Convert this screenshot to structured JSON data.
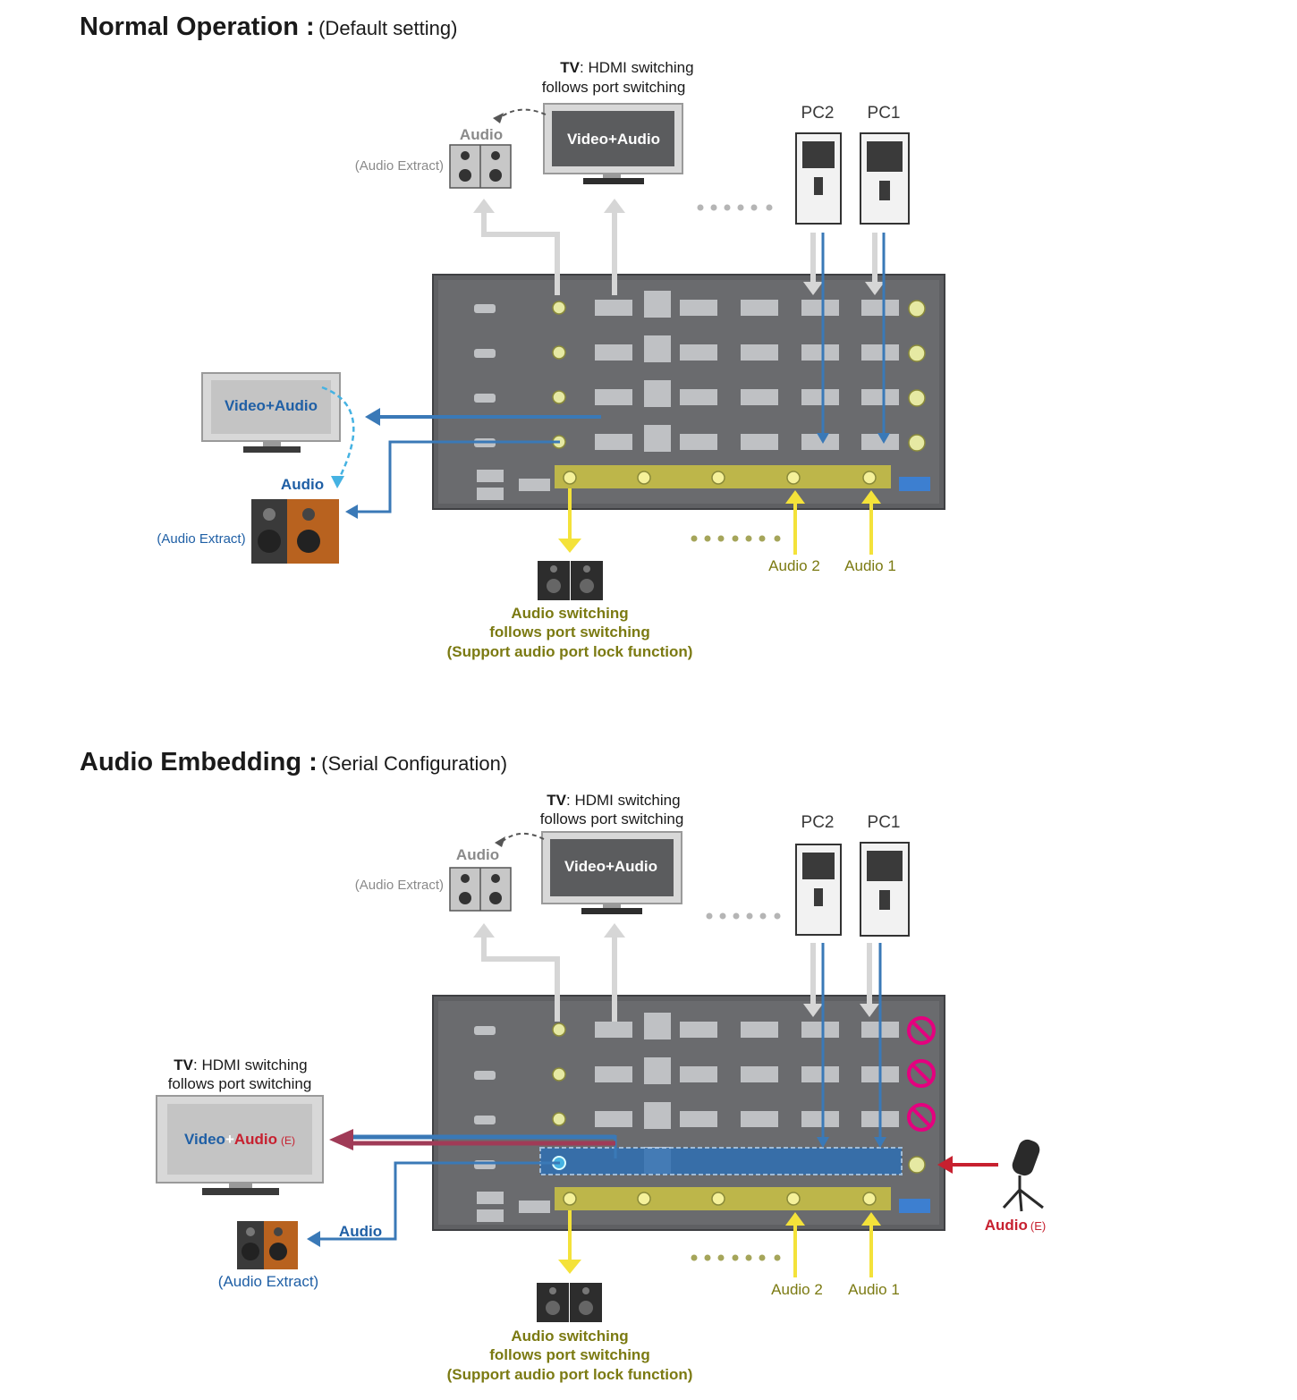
{
  "colors": {
    "blue": "#3a79b7",
    "label_blue": "#1f5fa5",
    "light_blue": "#45b2e2",
    "yellow": "#f4e23a",
    "olive": "#7b7a12",
    "gray_arrow": "#d6d6d6",
    "gray_text": "#8a8a8a",
    "red": "#c7202f",
    "magenta": "#e4007f",
    "device": "#5f6063"
  },
  "sections": [
    {
      "heading": "Normal Operation :",
      "subheading": "(Default setting)",
      "tv_top": {
        "label_bold": "TV",
        "label_rest": ": HDMI switching",
        "label_line2": "follows port switching",
        "screen": "Video+Audio"
      },
      "audio_speaker": {
        "label": "Audio",
        "note": "(Audio Extract)"
      },
      "pcs": [
        "PC2",
        "PC1"
      ],
      "tv_left": {
        "screen_video": "Video",
        "screen_plus": "+",
        "screen_audio": "Audio",
        "screen_tag": ""
      },
      "left_speaker": {
        "label": "Audio",
        "note": "(Audio Extract)"
      },
      "bottom_caption": [
        "Audio switching",
        "follows port switching",
        "(Support audio port lock function)"
      ],
      "audio_inputs": [
        "Audio 2",
        "Audio 1"
      ]
    },
    {
      "heading": "Audio Embedding :",
      "subheading": "(Serial Configuration)",
      "tv_top": {
        "label_bold": "TV",
        "label_rest": ": HDMI switching",
        "label_line2": "follows port switching",
        "screen": "Video+Audio"
      },
      "audio_speaker": {
        "label": "Audio",
        "note": "(Audio Extract)"
      },
      "pcs": [
        "PC2",
        "PC1"
      ],
      "tv_left": {
        "label_bold": "TV",
        "label_rest": ": HDMI switching",
        "label_line2": "follows port switching",
        "screen_video": "Video",
        "screen_plus": "+",
        "screen_audio": "Audio",
        "screen_tag": "(E)"
      },
      "left_speaker": {
        "label": "Audio",
        "note": "(Audio Extract)"
      },
      "mic": {
        "label": "Audio",
        "tag": "(E)"
      },
      "bottom_caption": [
        "Audio switching",
        "follows port switching",
        "(Support audio port lock function)"
      ],
      "audio_inputs": [
        "Audio 2",
        "Audio 1"
      ]
    }
  ]
}
